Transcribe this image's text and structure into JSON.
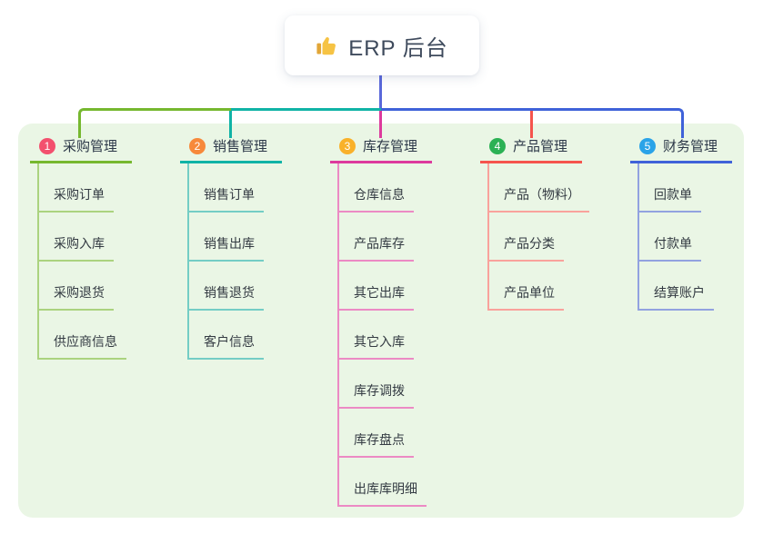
{
  "root": {
    "label": "ERP 后台",
    "icon": "thumbs-up-icon",
    "text_color": "#3e4a5c",
    "bg": "#ffffff"
  },
  "canvas": {
    "page_bg": "#ffffff",
    "panel_bg": "#eaf6e5",
    "root_connector_color": "#5a68da"
  },
  "branches": [
    {
      "num": "1",
      "label": "采购管理",
      "badge_color": "#f3506e",
      "line_color": "#76b82f",
      "line_light": "#abd37f",
      "children": [
        "采购订单",
        "采购入库",
        "采购退货",
        "供应商信息"
      ]
    },
    {
      "num": "2",
      "label": "销售管理",
      "badge_color": "#f7893b",
      "line_color": "#10b3a6",
      "line_light": "#74cdc5",
      "children": [
        "销售订单",
        "销售出库",
        "销售退货",
        "客户信息"
      ]
    },
    {
      "num": "3",
      "label": "库存管理",
      "badge_color": "#f9b12a",
      "line_color": "#dd3a9d",
      "line_light": "#ec8ac4",
      "children": [
        "仓库信息",
        "产品库存",
        "其它出库",
        "其它入库",
        "库存调拨",
        "库存盘点",
        "出库库明细"
      ]
    },
    {
      "num": "4",
      "label": "产品管理",
      "badge_color": "#2bb154",
      "line_color": "#f5544d",
      "line_light": "#f9a29c",
      "children": [
        "产品（物料）",
        "产品分类",
        "产品单位"
      ]
    },
    {
      "num": "5",
      "label": "财务管理",
      "badge_color": "#2aa3e8",
      "line_color": "#3f62d9",
      "line_light": "#92a2e0",
      "children": [
        "回款单",
        "付款单",
        "结算账户"
      ]
    }
  ]
}
